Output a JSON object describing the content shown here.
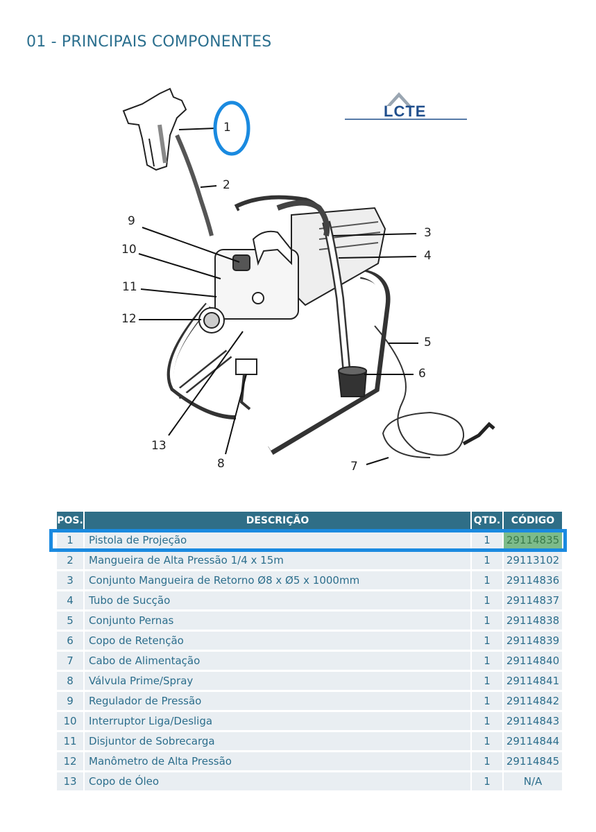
{
  "page_title": "01 - PRINCIPAIS COMPONENTES",
  "logo_text": "LCTE",
  "colors": {
    "title": "#2b6f8e",
    "header_bg": "#2f6e87",
    "row_bg": "#e9eef2",
    "row_text": "#2c6e8c",
    "highlight": "#1a8ae0",
    "code_highlight": "#7dbb8a"
  },
  "callouts": {
    "c1": "1",
    "c2": "2",
    "c3": "3",
    "c4": "4",
    "c5": "5",
    "c6": "6",
    "c7": "7",
    "c8": "8",
    "c9": "9",
    "c10": "10",
    "c11": "11",
    "c12": "12",
    "c13": "13"
  },
  "table": {
    "headers": {
      "pos": "POS.",
      "desc": "DESCRIÇÃO",
      "qty": "QTD.",
      "code": "CÓDIGO"
    },
    "rows": [
      {
        "pos": "1",
        "desc": "Pistola de Projeção",
        "qty": "1",
        "code": "29114835"
      },
      {
        "pos": "2",
        "desc": "Mangueira de Alta Pressão 1/4 x 15m",
        "qty": "1",
        "code": "29113102"
      },
      {
        "pos": "3",
        "desc": "Conjunto Mangueira de Retorno Ø8 x Ø5 x 1000mm",
        "qty": "1",
        "code": "29114836"
      },
      {
        "pos": "4",
        "desc": "Tubo de Sucção",
        "qty": "1",
        "code": "29114837"
      },
      {
        "pos": "5",
        "desc": "Conjunto Pernas",
        "qty": "1",
        "code": "29114838"
      },
      {
        "pos": "6",
        "desc": "Copo de Retenção",
        "qty": "1",
        "code": "29114839"
      },
      {
        "pos": "7",
        "desc": "Cabo de Alimentação",
        "qty": "1",
        "code": "29114840"
      },
      {
        "pos": "8",
        "desc": "Válvula Prime/Spray",
        "qty": "1",
        "code": "29114841"
      },
      {
        "pos": "9",
        "desc": "Regulador de Pressão",
        "qty": "1",
        "code": "29114842"
      },
      {
        "pos": "10",
        "desc": "Interruptor Liga/Desliga",
        "qty": "1",
        "code": "29114843"
      },
      {
        "pos": "11",
        "desc": "Disjuntor de Sobrecarga",
        "qty": "1",
        "code": "29114844"
      },
      {
        "pos": "12",
        "desc": "Manômetro de Alta Pressão",
        "qty": "1",
        "code": "29114845"
      },
      {
        "pos": "13",
        "desc": "Copo de Óleo",
        "qty": "1",
        "code": "N/A"
      }
    ]
  }
}
